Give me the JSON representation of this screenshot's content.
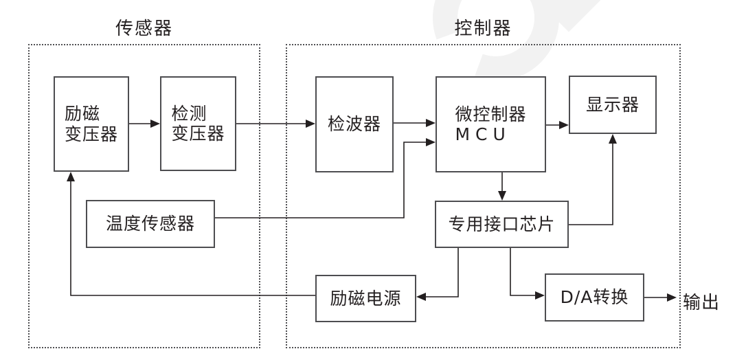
{
  "groups": {
    "sensor": {
      "title": "传感器"
    },
    "controller": {
      "title": "控制器"
    }
  },
  "blocks": {
    "excitation_transformer": {
      "line1": "励磁",
      "line2": "变压器"
    },
    "detection_transformer": {
      "line1": "检测",
      "line2": "变压器"
    },
    "detector": {
      "label": "检波器"
    },
    "mcu": {
      "line1": "微控制器",
      "line2": "MCU"
    },
    "display": {
      "label": "显示器"
    },
    "temperature_sensor": {
      "label": "温度传感器"
    },
    "interface_chip": {
      "label": "专用接口芯片"
    },
    "excitation_power": {
      "label": "励磁电源"
    },
    "da_converter": {
      "label": "D/A转换"
    }
  },
  "output": {
    "label": "输出"
  },
  "edges": [
    {
      "from": "excitation_transformer",
      "to": "detection_transformer"
    },
    {
      "from": "detection_transformer",
      "to": "detector"
    },
    {
      "from": "detector",
      "to": "mcu"
    },
    {
      "from": "temperature_sensor",
      "to": "mcu"
    },
    {
      "from": "mcu",
      "to": "display"
    },
    {
      "from": "mcu",
      "to": "interface_chip"
    },
    {
      "from": "interface_chip",
      "to": "display"
    },
    {
      "from": "interface_chip",
      "to": "excitation_power"
    },
    {
      "from": "interface_chip",
      "to": "da_converter"
    },
    {
      "from": "da_converter",
      "to": "output"
    },
    {
      "from": "excitation_power",
      "to": "excitation_transformer"
    }
  ],
  "watermark": {
    "shape": "letter-C-and-diamond",
    "color": "#f2f2f2"
  },
  "colors": {
    "line": "#231f20",
    "box_border": "#4d4d50",
    "group_border": "#4f4f52",
    "text": "#231f20"
  }
}
